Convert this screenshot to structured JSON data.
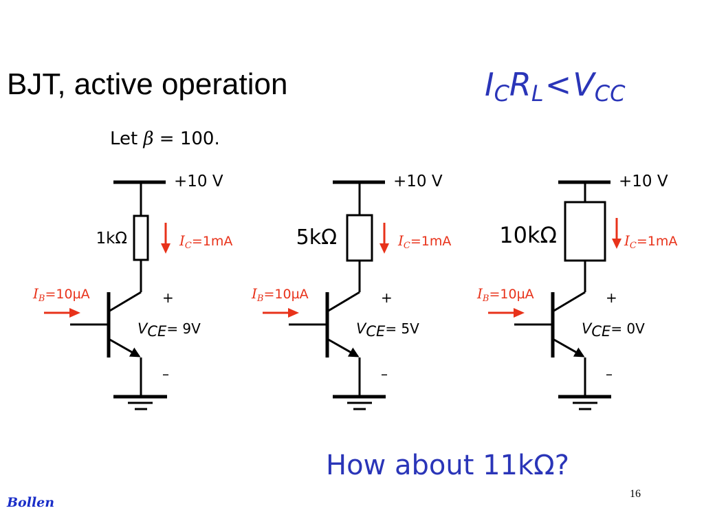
{
  "slide": {
    "title": "BJT, active operation",
    "formula": {
      "i": "I",
      "i_sub": "C",
      "r": "R",
      "r_sub": "L",
      "lt": "<",
      "v": "V",
      "v_sub": "CC"
    },
    "let_prefix": "Let ",
    "let_symbol": "β",
    "let_suffix": " = 100.",
    "question": "How about 11kΩ?",
    "page_number": "16",
    "author": "Bollen"
  },
  "circuits": [
    {
      "supply": "+10 V",
      "resistor": "1kΩ",
      "ic_sym": "I",
      "ic_sub": "C",
      "ic_val": "=1mA",
      "ib_sym": "I",
      "ib_sub": "B",
      "ib_val": "=10µA",
      "vce_sym": "V",
      "vce_sub": "CE",
      "vce_val": "= 9V",
      "plus": "+",
      "minus": "–"
    },
    {
      "supply": "+10 V",
      "resistor": "5kΩ",
      "ic_sym": "I",
      "ic_sub": "C",
      "ic_val": "=1mA",
      "ib_sym": "I",
      "ib_sub": "B",
      "ib_val": "=10µA",
      "vce_sym": "V",
      "vce_sub": "CE",
      "vce_val": "= 5V",
      "plus": "+",
      "minus": "–"
    },
    {
      "supply": "+10 V",
      "resistor": "10kΩ",
      "ic_sym": "I",
      "ic_sub": "C",
      "ic_val": "=1mA",
      "ib_sym": "I",
      "ib_sub": "B",
      "ib_val": "=10µA",
      "vce_sym": "V",
      "vce_sub": "CE",
      "vce_val": "= 0V",
      "plus": "+",
      "minus": "–"
    }
  ],
  "colors": {
    "accent_blue": "#2a35b8",
    "current_red": "#e8321a",
    "author_blue": "#1a2ec8"
  }
}
